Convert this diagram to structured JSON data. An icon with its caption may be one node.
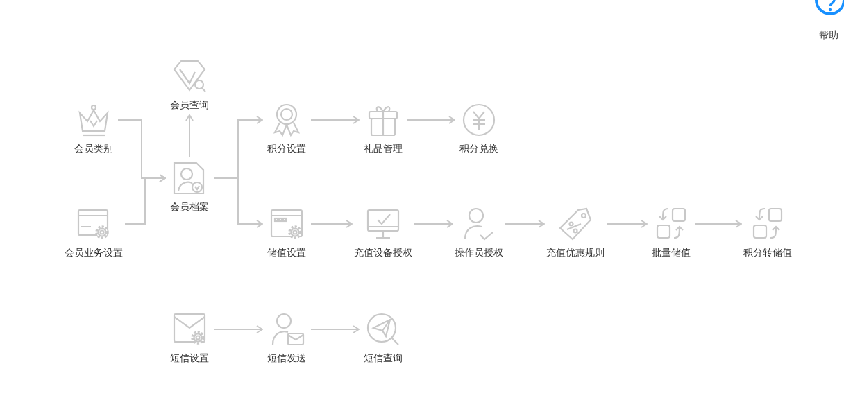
{
  "diagram": {
    "nodes": [
      {
        "text": [
          "会员类别"
        ]
      },
      {
        "text": [
          "会员业务设置"
        ]
      },
      {
        "text": [
          "会员查询"
        ]
      },
      {
        "text": [
          "会员档案"
        ]
      },
      {
        "text": [
          "积分设置"
        ]
      },
      {
        "text": [
          "礼品管理"
        ]
      },
      {
        "text": [
          "积分兑换"
        ]
      },
      {
        "text": [
          "储值设置"
        ]
      },
      {
        "text": [
          "充值设备授权"
        ]
      },
      {
        "text": [
          "操作员授权"
        ]
      },
      {
        "text": [
          "充值优惠规则"
        ]
      },
      {
        "text": [
          "批量储值"
        ]
      },
      {
        "text": [
          "积分转储值"
        ]
      },
      {
        "text": [
          "短信设置"
        ]
      },
      {
        "text": [
          "短信发送"
        ]
      },
      {
        "text": [
          "短信查询"
        ]
      }
    ],
    "edges": [
      {
        "from": 0,
        "to": 3,
        "arrow": "to"
      },
      {
        "from": 1,
        "to": 3,
        "arrow": "to"
      },
      {
        "from": 3,
        "to": 2,
        "arrow": "to"
      },
      {
        "from": 3,
        "to": 4,
        "arrow": "to"
      },
      {
        "from": 3,
        "to": 7,
        "arrow": "to"
      },
      {
        "from": 4,
        "to": 5,
        "arrow": "to"
      },
      {
        "from": 5,
        "to": 6,
        "arrow": "to"
      },
      {
        "from": 7,
        "to": 8,
        "arrow": "to"
      },
      {
        "from": 8,
        "to": 9,
        "arrow": "to"
      },
      {
        "from": 9,
        "to": 10,
        "arrow": "to"
      },
      {
        "from": 10,
        "to": 11,
        "arrow": "to"
      },
      {
        "from": 11,
        "to": 12,
        "arrow": "to"
      },
      {
        "from": 13,
        "to": 14,
        "arrow": "to"
      },
      {
        "from": 14,
        "to": 15,
        "arrow": "to"
      }
    ],
    "labels": [
      "帮助"
    ]
  }
}
